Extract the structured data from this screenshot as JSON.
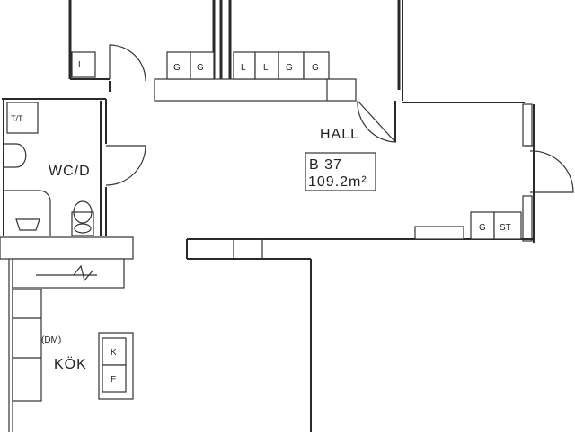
{
  "rooms": {
    "hall": "HALL",
    "wc": "WC/D",
    "kitchen": "KÖK",
    "kitchen_note": "(DM)"
  },
  "apartment": {
    "id": "B  37",
    "area": "109.2m²"
  },
  "storage_marks": {
    "top_left": "L",
    "top_g1": "G",
    "top_g2": "G",
    "top_l1": "L",
    "top_l2": "L",
    "top_g3": "G",
    "top_g4": "G",
    "right_g": "G",
    "right_st": "ST",
    "wc_tt": "T/T",
    "kitchen_k": "K",
    "kitchen_f": "F"
  }
}
